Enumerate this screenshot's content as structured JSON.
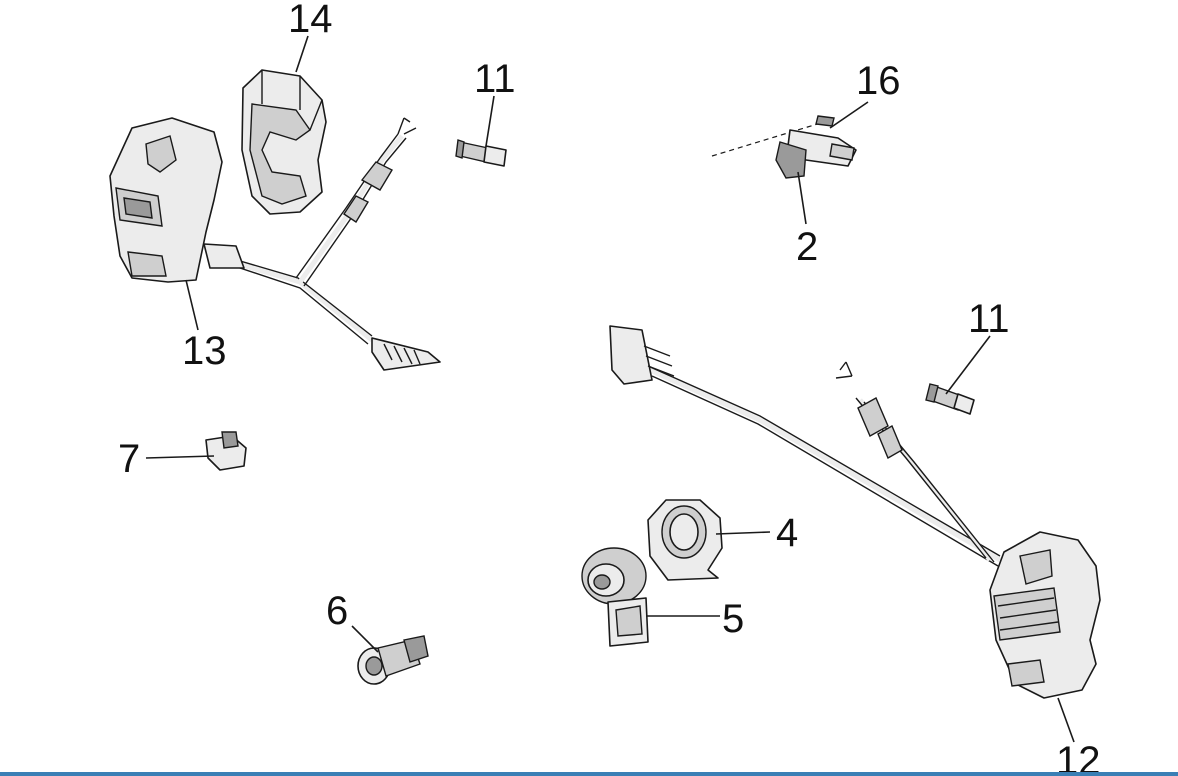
{
  "callouts": {
    "c14": "14",
    "c11a": "11",
    "c16": "16",
    "c2": "2",
    "c13": "13",
    "c11b": "11",
    "c7": "7",
    "c4": "4",
    "c5": "5",
    "c6": "6",
    "c12": "12"
  },
  "colors": {
    "bottom_bar": "#3a7fb5"
  }
}
